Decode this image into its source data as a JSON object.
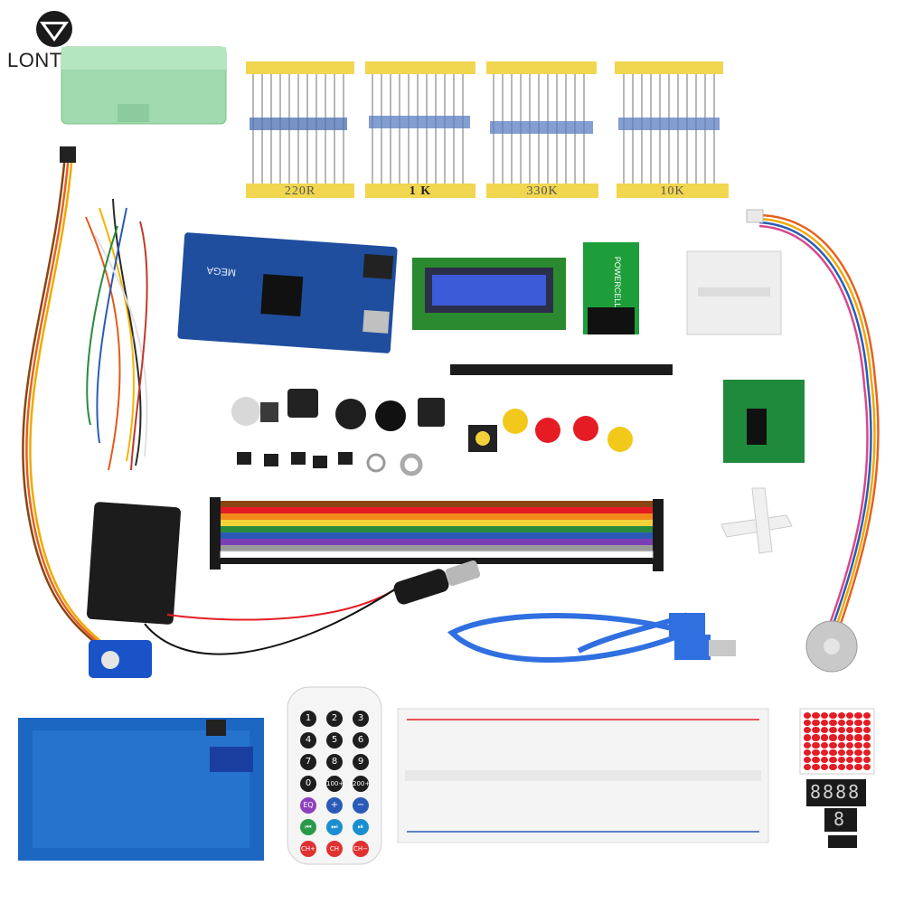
{
  "brand": {
    "name": "LONTEN"
  },
  "resistors": [
    {
      "value": "220R"
    },
    {
      "value": "1 K"
    },
    {
      "value": "330K"
    },
    {
      "value": "10K"
    }
  ],
  "mega_board": {
    "label": "MEGA"
  },
  "battery": {
    "label": "POWERCELL"
  },
  "remote": {
    "keys": [
      "1",
      "2",
      "3",
      "4",
      "5",
      "6",
      "7",
      "8",
      "9",
      "0",
      "100+",
      "200+",
      "EQ",
      "+",
      "−",
      "⏮",
      "⏭",
      "⏯",
      "CH+",
      "CH",
      "CH−"
    ]
  },
  "display": {
    "digits": "8888",
    "single_digit": "8"
  },
  "colors": {
    "board_blue": "#1f4e9e",
    "resistor_tape": "#f1d64f",
    "breadboard": "#f2f2f2"
  }
}
